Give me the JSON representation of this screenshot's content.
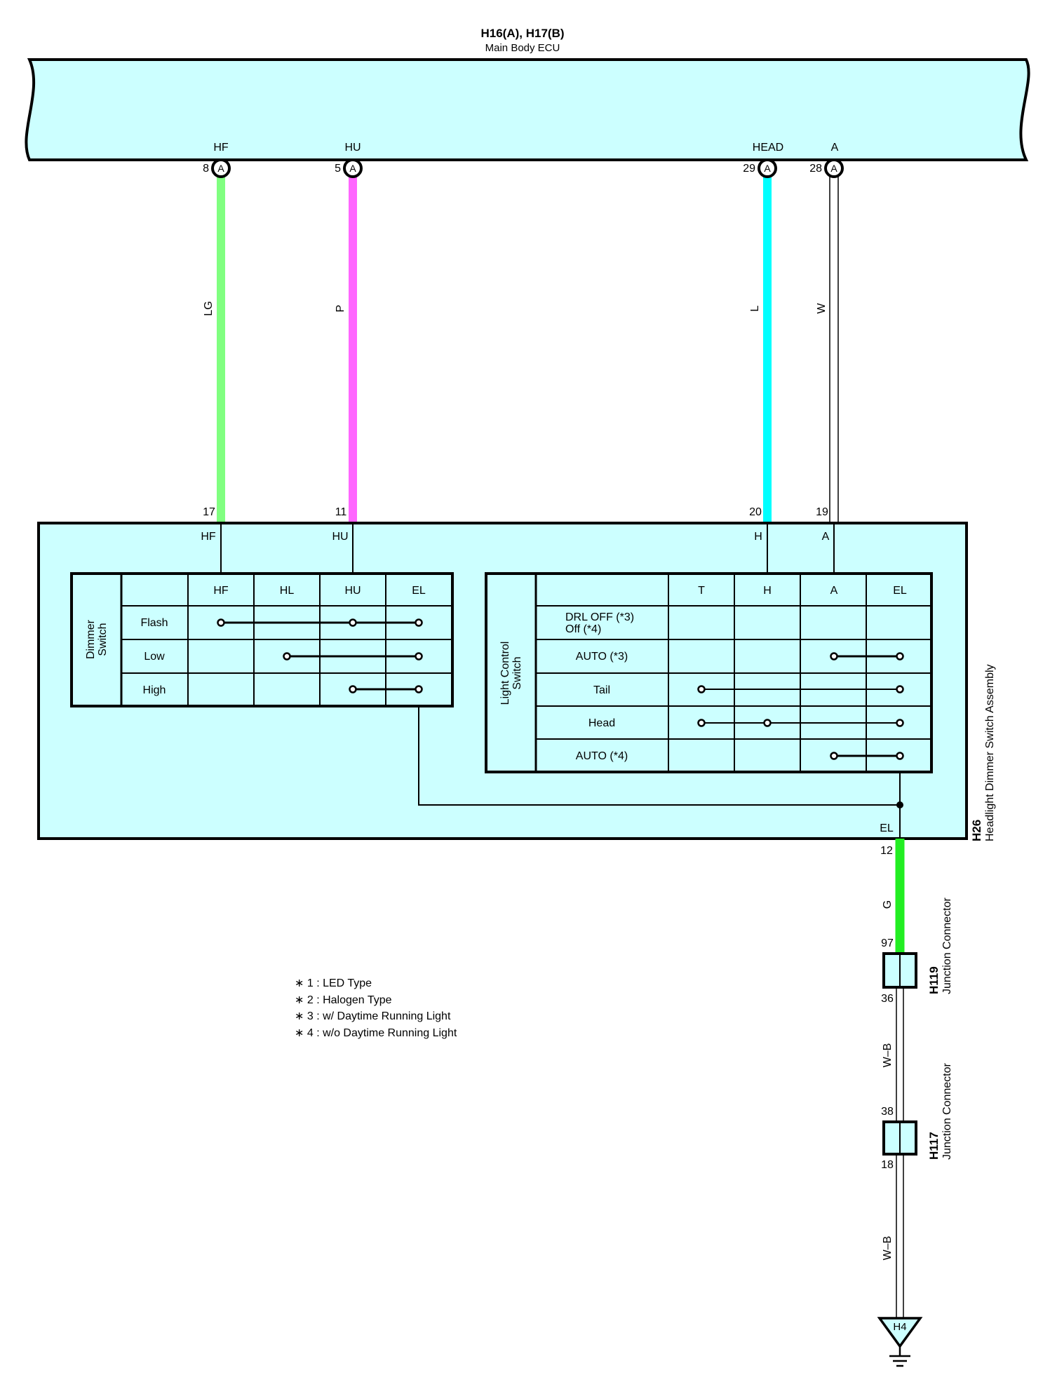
{
  "ecu": {
    "connector_title": "H16(A), H17(B)",
    "name": "Main Body ECU",
    "fill_color": "#ccffff",
    "terminals": [
      {
        "label": "HF",
        "pin": "8",
        "conn": "A"
      },
      {
        "label": "HU",
        "pin": "5",
        "conn": "A"
      },
      {
        "label": "HEAD",
        "pin": "29",
        "conn": "A"
      },
      {
        "label": "A",
        "pin": "28",
        "conn": "A"
      }
    ]
  },
  "wires": [
    {
      "color_code": "LG",
      "color": "#80ff80",
      "top_pin": "8",
      "bottom_pin": "17"
    },
    {
      "color_code": "P",
      "color": "#ff66ff",
      "top_pin": "5",
      "bottom_pin": "11"
    },
    {
      "color_code": "L",
      "color": "#00ffff",
      "top_pin": "29",
      "bottom_pin": "20"
    },
    {
      "color_code": "W",
      "color": "#ffffff",
      "top_pin": "28",
      "bottom_pin": "19"
    }
  ],
  "switch_assembly": {
    "connector_id": "H26",
    "name": "Headlight Dimmer Switch Assembly",
    "terminal_labels": [
      "HF",
      "HU",
      "H",
      "A"
    ],
    "ground_terminal": "EL",
    "ground_pin": "12",
    "dimmer_table": {
      "title_line1": "Dimmer",
      "title_line2": "Switch",
      "columns": [
        "HF",
        "HL",
        "HU",
        "EL"
      ],
      "rows": [
        "Flash",
        "Low",
        "High"
      ]
    },
    "light_table": {
      "title_line1": "Light Control",
      "title_line2": "Switch",
      "columns": [
        "T",
        "H",
        "A",
        "EL"
      ],
      "rows": [
        {
          "line1": "DRL OFF (*3)",
          "line2": "Off (*4)"
        },
        {
          "line1": "AUTO (*3)",
          "line2": ""
        },
        {
          "line1": "Tail",
          "line2": ""
        },
        {
          "line1": "Head",
          "line2": ""
        },
        {
          "line1": "AUTO (*4)",
          "line2": ""
        }
      ]
    }
  },
  "ground_path": {
    "wire1": {
      "color_code": "G",
      "color": "#22ee22"
    },
    "junction1": {
      "id": "H119",
      "name": "Junction Connector",
      "pin_in": "97",
      "pin_out": "36"
    },
    "wire2": {
      "color_code": "W–B"
    },
    "junction2": {
      "id": "H117",
      "name": "Junction Connector",
      "pin_in": "38",
      "pin_out": "18"
    },
    "wire3": {
      "color_code": "W–B"
    },
    "ground_point": "H4"
  },
  "notes": [
    "∗ 1 : LED Type",
    "∗ 2 : Halogen Type",
    "∗ 3 : w/ Daytime Running Light",
    "∗ 4 : w/o Daytime Running Light"
  ]
}
